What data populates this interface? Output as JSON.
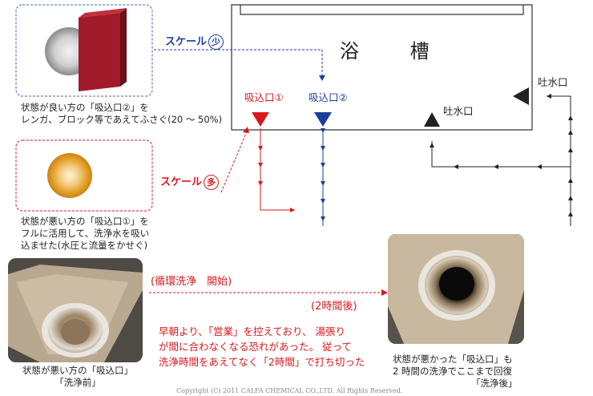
{
  "diagram": {
    "bath_title": "浴 槽",
    "scale_low": {
      "text": "スケール",
      "circled": "少"
    },
    "scale_high": {
      "text": "スケール",
      "circled": "多"
    },
    "intake1_label": "吸込口①",
    "intake2_label": "吸込口②",
    "outlet1_label": "吐水口",
    "outlet2_label": "吐水口",
    "caption_good": [
      "状態が良い方の「吸込口②」を",
      "レンガ、ブロック等であえてふさぐ(20 〜 50%)"
    ],
    "caption_bad": [
      "状態が悪い方の「吸込口①」を",
      "フルに活用して、洗浄水を吸い",
      "込ませた(水圧と流量をかせぐ)"
    ],
    "process_start": "(循環洗浄　開始)",
    "process_after": "(2時間後)",
    "note_lines": [
      "早朝より、「営業」を控えており、 湯張り",
      "が間に合わなくなる恐れがあった。 従って",
      "洗浄時間をあえてなく「2時間」で打ち切った"
    ],
    "caption_before": [
      "状態が悪い方の「吸込口」",
      "「洗浄前」"
    ],
    "caption_after": [
      "状態が悪かった「吸込口」も",
      "2 時間の洗浄でここまで回復",
      "「洗浄後」"
    ],
    "copyright": "Copyright (C) 2011 CALFA CHEMICAL CO.,LTD. All Rights Reserved.",
    "colors": {
      "red": "#d7191c",
      "blue": "#1d3d9b",
      "brick": "#a01a2a"
    }
  }
}
